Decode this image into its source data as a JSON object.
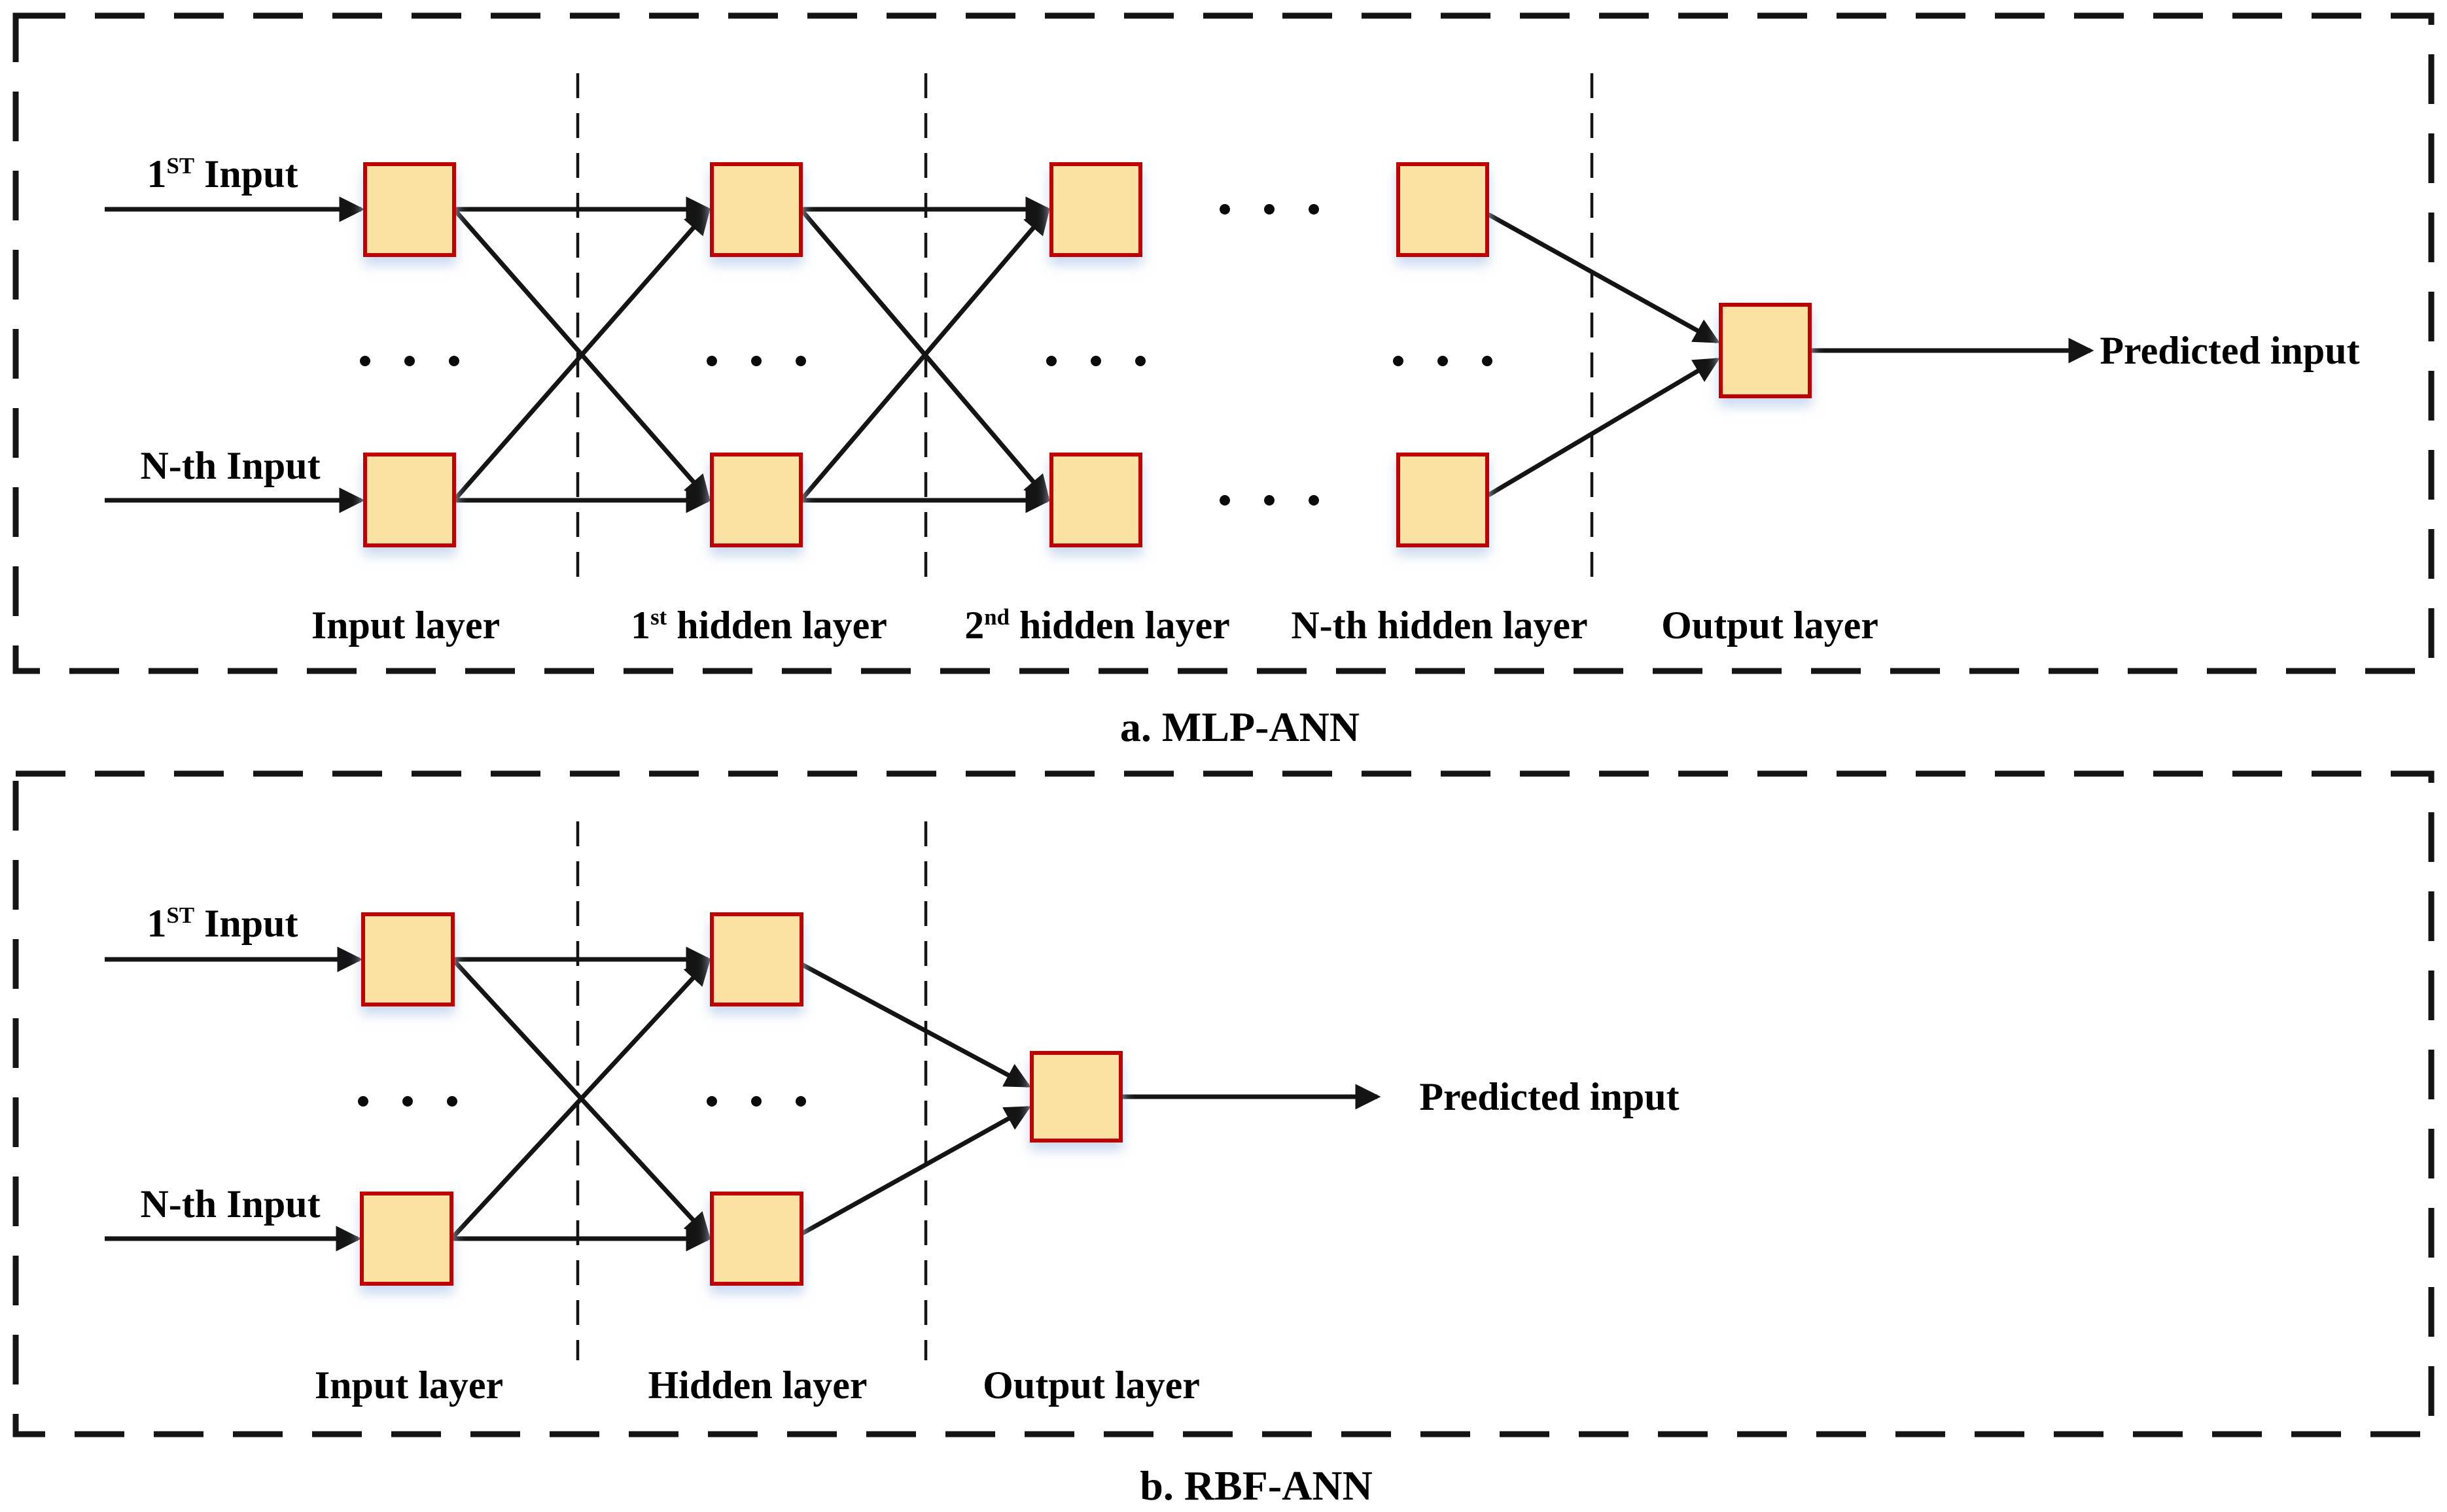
{
  "figure": {
    "panel_a": {
      "caption": "a. MLP-ANN",
      "input_labels": [
        {
          "base": "1",
          "sup": "ST",
          "rest": " Input"
        },
        {
          "base": "N-th Input",
          "sup": "",
          "rest": ""
        }
      ],
      "layer_labels": [
        {
          "base": "Input layer",
          "sup": "",
          "rest": ""
        },
        {
          "base": "1",
          "sup": "st",
          "rest": " hidden layer"
        },
        {
          "base": "2",
          "sup": "nd",
          "rest": " hidden layer"
        },
        {
          "base": "N-th hidden layer",
          "sup": "",
          "rest": ""
        },
        {
          "base": "Output layer",
          "sup": "",
          "rest": ""
        }
      ],
      "output_label": "Predicted input"
    },
    "panel_b": {
      "caption": "b. RBF-ANN",
      "input_labels": [
        {
          "base": "1",
          "sup": "ST",
          "rest": " Input"
        },
        {
          "base": "N-th Input",
          "sup": "",
          "rest": ""
        }
      ],
      "layer_labels": [
        {
          "base": "Input layer",
          "sup": "",
          "rest": ""
        },
        {
          "base": "Hidden layer",
          "sup": "",
          "rest": ""
        },
        {
          "base": "Output layer",
          "sup": "",
          "rest": ""
        }
      ],
      "output_label": "Predicted input"
    },
    "colors": {
      "node_fill": "#FCE2A2",
      "node_border": "#C00000",
      "line": "#141414",
      "node_shadow": "#c3d4ee"
    }
  }
}
